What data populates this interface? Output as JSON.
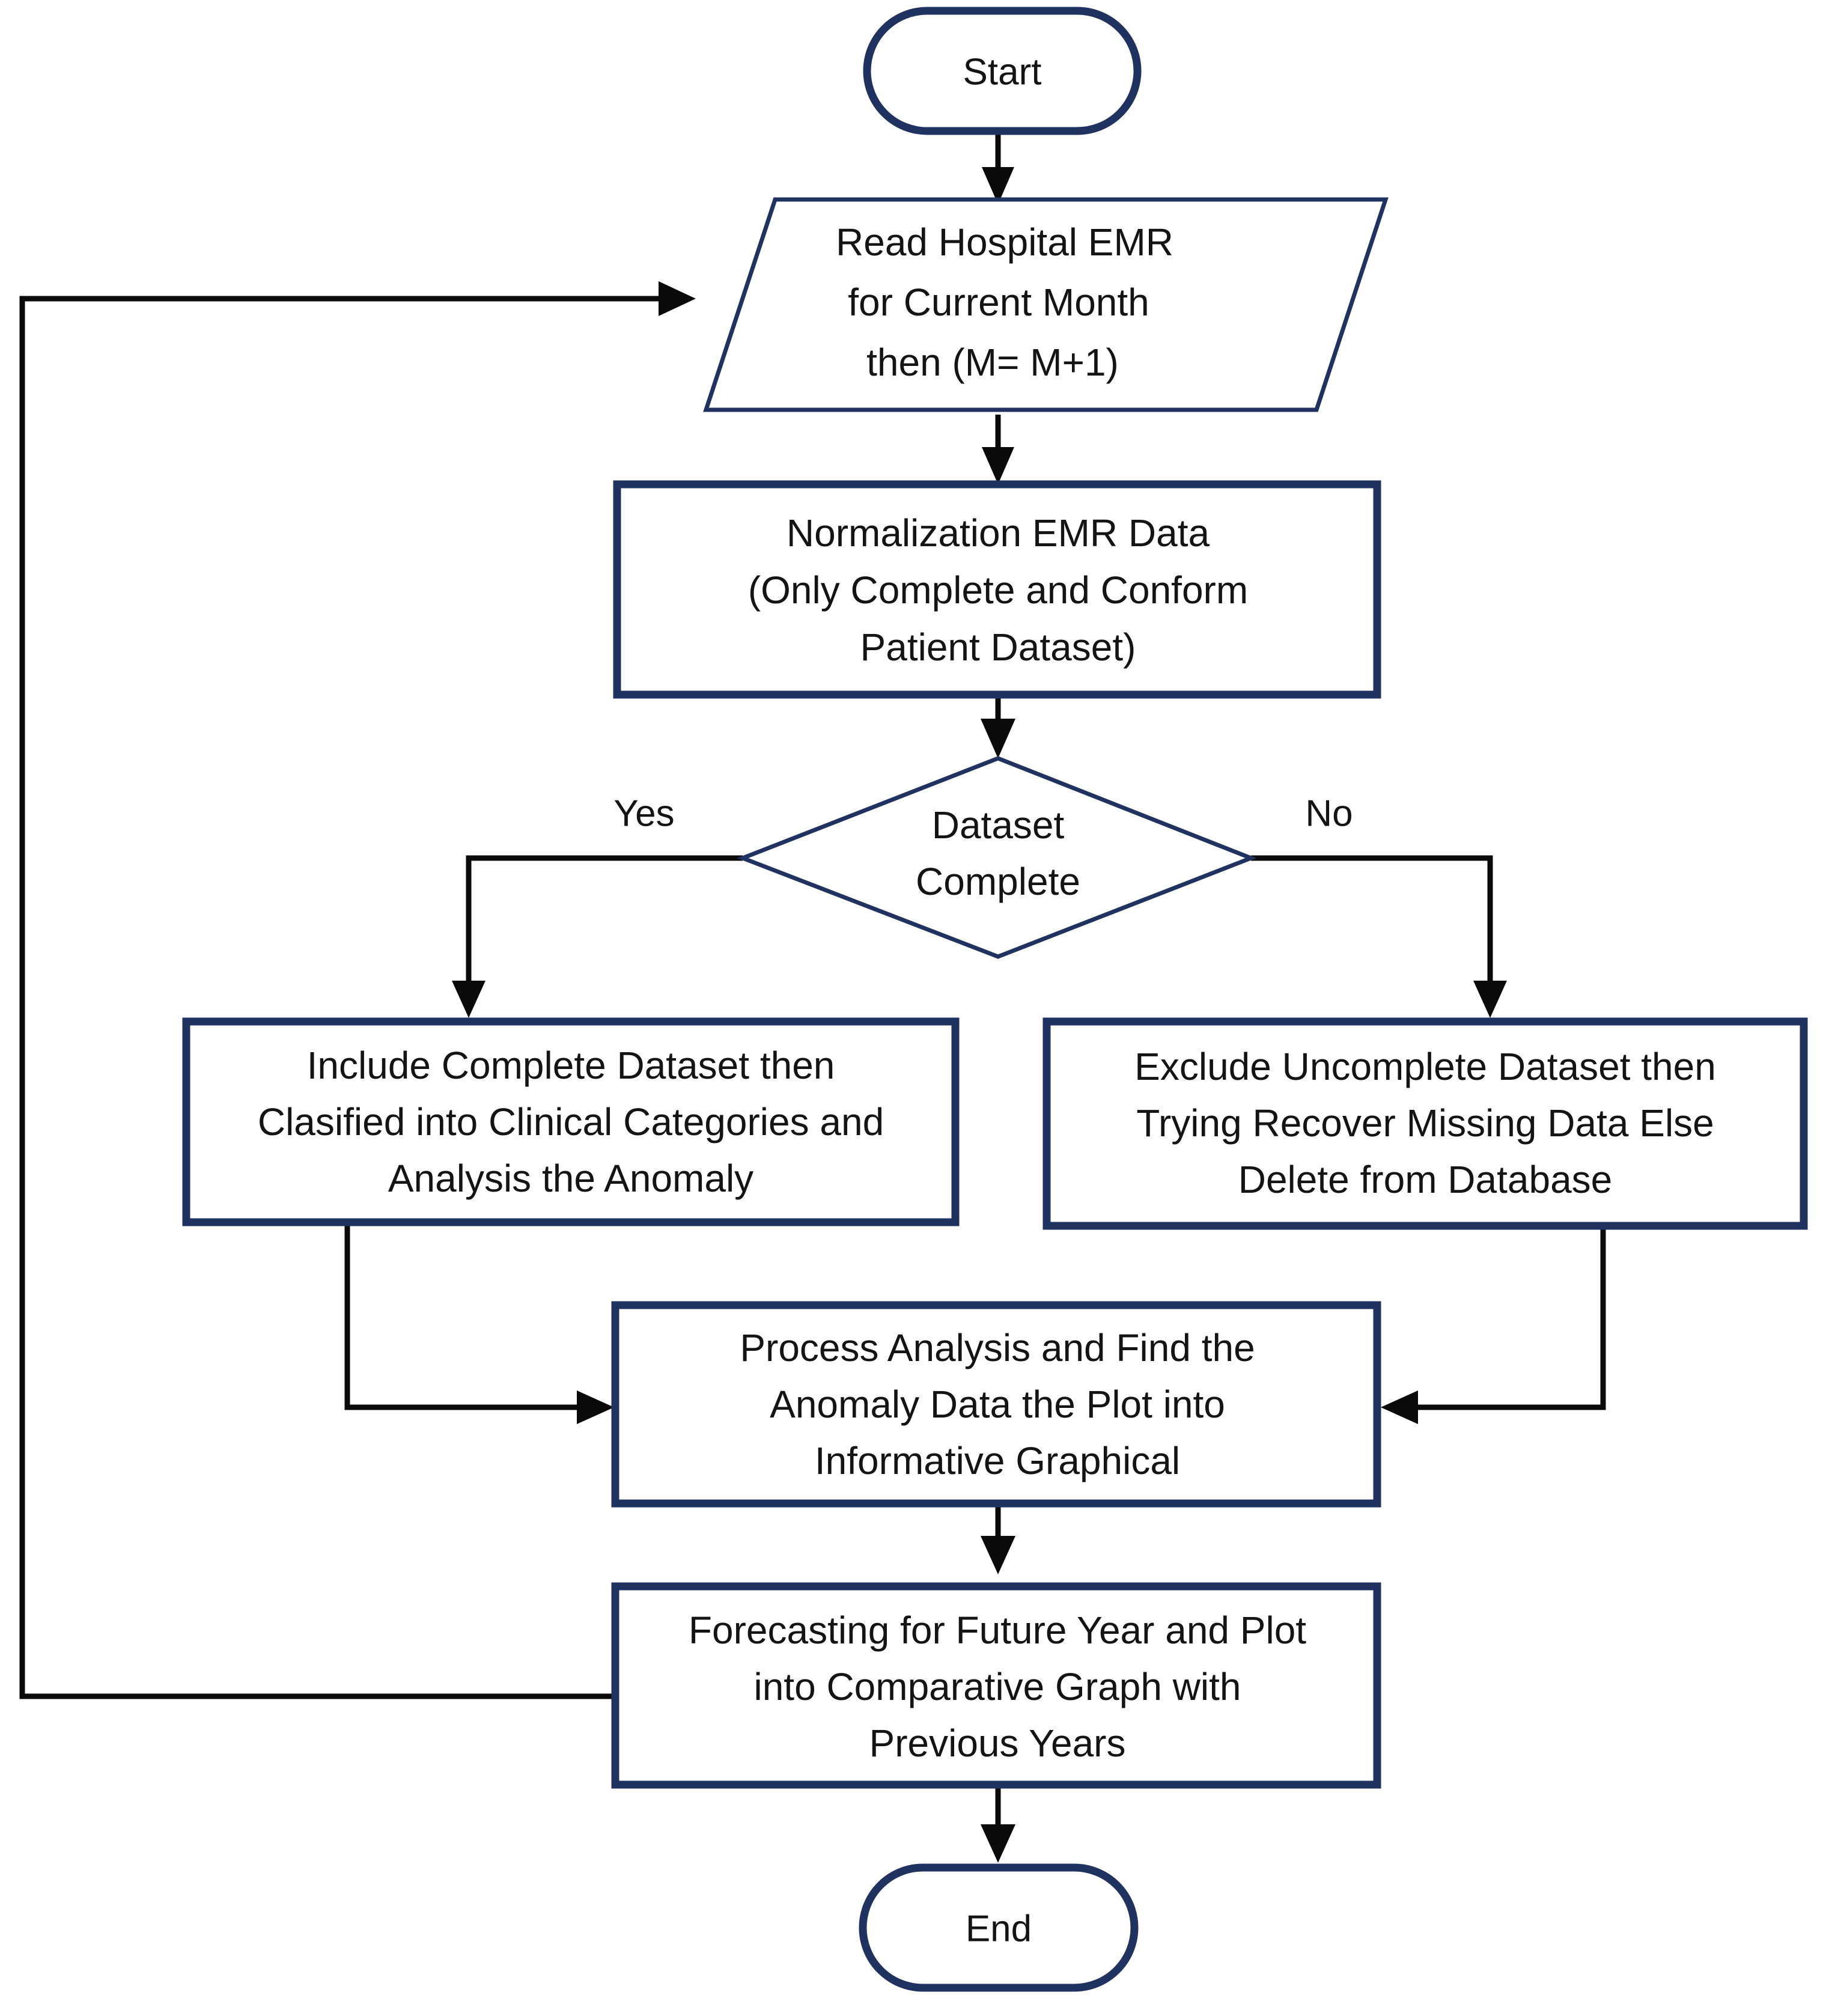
{
  "diagram": {
    "title": "Hospital EMR Anomaly Analysis and Forecasting Flowchart",
    "type": "flowchart",
    "colors": {
      "shape_border": "#1F3260",
      "connector": "#0A0A0A",
      "text": "#141414",
      "background": "#FFFFFF"
    },
    "nodes": [
      {
        "id": "start",
        "shape": "terminator",
        "label": "Start",
        "lines": [
          "Start"
        ]
      },
      {
        "id": "read-emr",
        "shape": "parallelogram",
        "label": "Read Hospital EMR for Current Month then (M= M+1)",
        "lines": [
          "Read Hospital EMR",
          "for Current Month",
          "then (M= M+1)"
        ]
      },
      {
        "id": "normalize",
        "shape": "process",
        "label": "Normalization EMR Data (Only Complete and Conform Patient Dataset)",
        "lines": [
          "Normalization EMR Data",
          "(Only Complete and Conform",
          "Patient Dataset)"
        ]
      },
      {
        "id": "decision",
        "shape": "diamond",
        "label": "Dataset Complete",
        "lines": [
          "Dataset",
          "Complete"
        ]
      },
      {
        "id": "include",
        "shape": "process",
        "label": "Include Complete Dataset then Clasified into Clinical Categories and Analysis the Anomaly",
        "lines": [
          "Include Complete  Dataset then",
          "Clasified into Clinical Categories and",
          "Analysis the Anomaly"
        ]
      },
      {
        "id": "exclude",
        "shape": "process",
        "label": "Exclude Uncomplete Dataset then Trying Recover Missing Data Else Delete from Database",
        "lines": [
          "Exclude Uncomplete Dataset then",
          "Trying Recover Missing Data Else",
          "Delete from Database"
        ]
      },
      {
        "id": "process-analysis",
        "shape": "process",
        "label": "Process Analysis and Find the Anomaly Data the Plot into Informative Graphical",
        "lines": [
          "Process Analysis and Find the",
          "Anomaly Data the Plot into",
          "Informative Graphical"
        ]
      },
      {
        "id": "forecast",
        "shape": "process",
        "label": "Forecasting for Future Year and Plot into Comparative Graph with Previous Years",
        "lines": [
          "Forecasting for Future Year and Plot",
          "into Comparative Graph with",
          "Previous  Years"
        ]
      },
      {
        "id": "end",
        "shape": "terminator",
        "label": "End",
        "lines": [
          "End"
        ]
      }
    ],
    "edge_labels": {
      "yes": "Yes",
      "no": "No"
    },
    "edges": [
      {
        "from": "start",
        "to": "read-emr",
        "label": ""
      },
      {
        "from": "read-emr",
        "to": "normalize",
        "label": ""
      },
      {
        "from": "normalize",
        "to": "decision",
        "label": ""
      },
      {
        "from": "decision",
        "to": "include",
        "label": "Yes"
      },
      {
        "from": "decision",
        "to": "exclude",
        "label": "No"
      },
      {
        "from": "include",
        "to": "process-analysis",
        "label": ""
      },
      {
        "from": "exclude",
        "to": "process-analysis",
        "label": ""
      },
      {
        "from": "process-analysis",
        "to": "forecast",
        "label": ""
      },
      {
        "from": "forecast",
        "to": "end",
        "label": ""
      },
      {
        "from": "forecast",
        "to": "read-emr",
        "label": ""
      }
    ]
  }
}
